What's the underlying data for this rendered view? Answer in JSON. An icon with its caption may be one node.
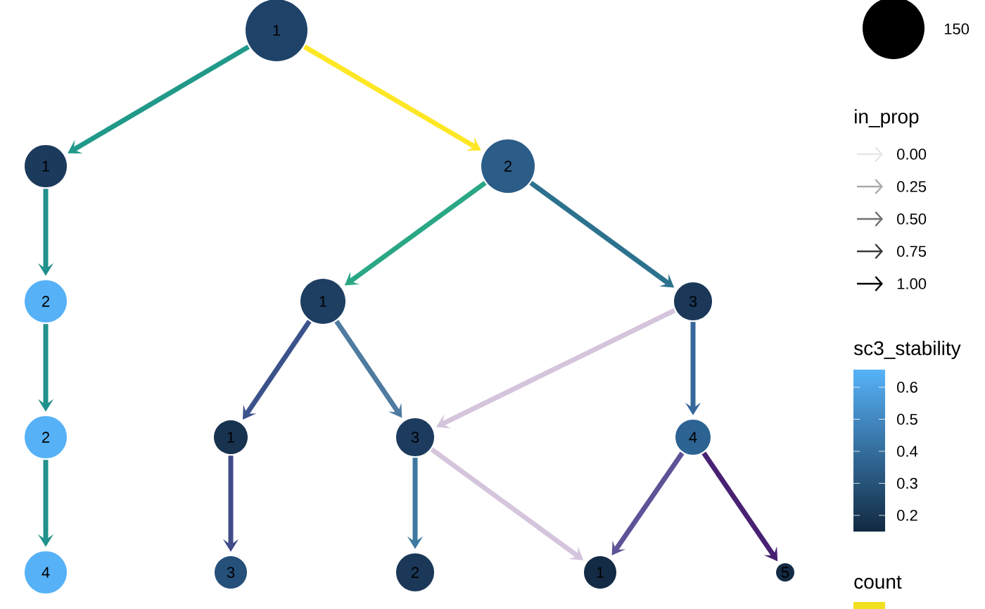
{
  "diagram": {
    "nodes": [
      {
        "text": [
          "1"
        ]
      },
      {
        "text": [
          "1"
        ]
      },
      {
        "text": [
          "2"
        ]
      },
      {
        "text": [
          "2"
        ]
      },
      {
        "text": [
          "1"
        ]
      },
      {
        "text": [
          "3"
        ]
      },
      {
        "text": [
          "2"
        ]
      },
      {
        "text": [
          "1"
        ]
      },
      {
        "text": [
          "3"
        ]
      },
      {
        "text": [
          "4"
        ]
      },
      {
        "text": [
          "4"
        ]
      },
      {
        "text": [
          "3"
        ]
      },
      {
        "text": [
          "2"
        ]
      },
      {
        "text": [
          "1"
        ]
      },
      {
        "text": [
          "5"
        ]
      }
    ],
    "edges": [
      {
        "from": 0,
        "to": 1,
        "arrow": "to",
        "color": "#21998a"
      },
      {
        "from": 0,
        "to": 2,
        "arrow": "to",
        "color": "#fde725"
      },
      {
        "from": 1,
        "to": 3,
        "arrow": "to",
        "color": "#21918c"
      },
      {
        "from": 2,
        "to": 4,
        "arrow": "to",
        "color": "#2aa785"
      },
      {
        "from": 2,
        "to": 5,
        "arrow": "to",
        "color": "#2c728e"
      },
      {
        "from": 3,
        "to": 6,
        "arrow": "to",
        "color": "#21918c"
      },
      {
        "from": 4,
        "to": 7,
        "arrow": "to",
        "color": "#3b528b"
      },
      {
        "from": 4,
        "to": 8,
        "arrow": "to",
        "color": "#4f7ba0"
      },
      {
        "from": 5,
        "to": 8,
        "arrow": "to",
        "color": "#d4c4dc"
      },
      {
        "from": 5,
        "to": 9,
        "arrow": "to",
        "color": "#35679a"
      },
      {
        "from": 6,
        "to": 10,
        "arrow": "to",
        "color": "#21918c"
      },
      {
        "from": 7,
        "to": 11,
        "arrow": "to",
        "color": "#404b8a"
      },
      {
        "from": 8,
        "to": 12,
        "arrow": "to",
        "color": "#3d78a0"
      },
      {
        "from": 8,
        "to": 13,
        "arrow": "to",
        "color": "#d4c4dc"
      },
      {
        "from": 9,
        "to": 13,
        "arrow": "to",
        "color": "#5d5397"
      },
      {
        "from": 9,
        "to": 14,
        "arrow": "to",
        "color": "#482173"
      }
    ],
    "labels": [
      "in_prop",
      "sc3_stability",
      "0.6",
      "0.5",
      "0.4",
      "0.3",
      "0.2",
      "count"
    ],
    "legend": [
      {
        "text": "150"
      },
      {
        "text": "0.00"
      },
      {
        "text": "0.25"
      },
      {
        "text": "0.50"
      },
      {
        "text": "0.75"
      },
      {
        "text": "1.00"
      }
    ]
  }
}
